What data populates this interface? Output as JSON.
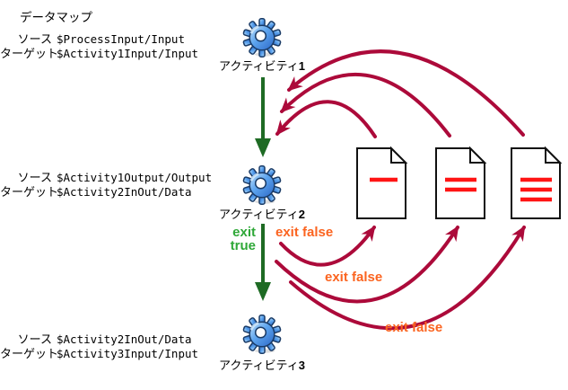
{
  "title": "データマップ",
  "datamaps": [
    {
      "rows": [
        {
          "label": "ソース",
          "value": "$ProcessInput/Input"
        },
        {
          "label": "ターゲット",
          "value": "$Activity1Input/Input"
        }
      ]
    },
    {
      "rows": [
        {
          "label": "ソース",
          "value": "$Activity1Output/Output"
        },
        {
          "label": "ターゲット",
          "value": "$Activity2InOut/Data"
        }
      ]
    },
    {
      "rows": [
        {
          "label": "ソース",
          "value": "$Activity2InOut/Data"
        },
        {
          "label": "ターゲット",
          "value": "$Activity3Input/Input"
        }
      ]
    }
  ],
  "activities": [
    {
      "name": "アクティビティ",
      "number": "1"
    },
    {
      "name": "アクティビティ",
      "number": "2"
    },
    {
      "name": "アクティビティ",
      "number": "3"
    }
  ],
  "transitions": {
    "exit_true": {
      "line1": "exit",
      "line2": "true"
    },
    "exit_false_labels": [
      "exit false",
      "exit false",
      "exit false"
    ]
  },
  "icons": {
    "gear": "activity-gear-icon",
    "documents": [
      "document-1-line-icon",
      "document-2-lines-icon",
      "document-3-lines-icon"
    ]
  },
  "colors": {
    "transition_green": "#1E6B24",
    "exit_true_green": "#2FA838",
    "exit_false_orange": "#FB6420",
    "loop_crimson": "#AC0A3A",
    "doc_line_red": "#FF1414",
    "gear_blue": "#4A96E8"
  }
}
